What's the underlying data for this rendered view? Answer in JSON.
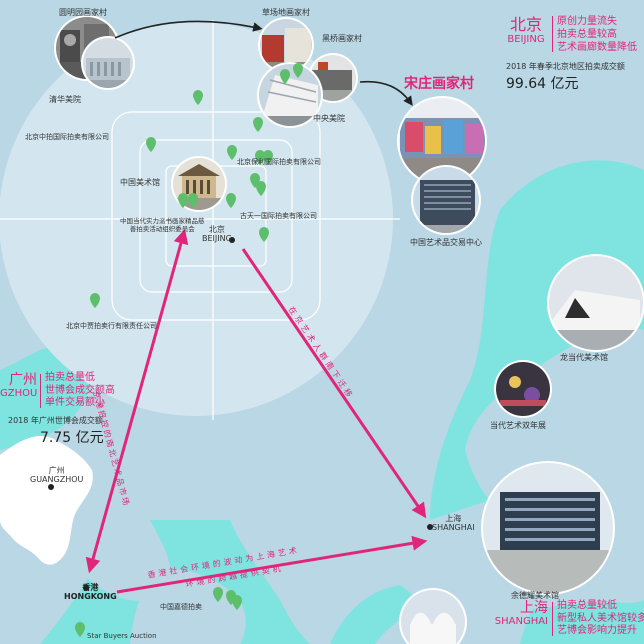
{
  "colors": {
    "water": "#7fe3e0",
    "land": "#b9d7e4",
    "circle": "#d3e6ef",
    "accent": "#e0267a",
    "arrow": "#e0267a",
    "pin": "#5dbf6b"
  },
  "beijing_circle": {
    "places": {
      "yuanmingyuan": "圆明园画家村",
      "caochangdi": "草场地画家村",
      "heiqiao": "黑桥画家村",
      "qinghua": "清华美院",
      "zhongyang": "中央美院",
      "zhonggui_bj": "北京中拍国际拍卖有限公司",
      "baoli": "北京保利国际拍卖有限公司",
      "meishuguan": "中国美术馆",
      "cishan": "中国当代实力派书画家精品慈\n善拍卖活动组织委员会",
      "gutian": "古天一国际拍卖有限公司",
      "zhongjia": "北京中贾拍卖行有限责任公司"
    },
    "city_cn": "北京",
    "city_en": "BEIJING"
  },
  "beijing_info": {
    "city_cn": "北京",
    "city_en": "BEIJING",
    "traits": [
      "原创力量流失",
      "拍卖总量较高",
      "艺术画廊数量降低"
    ],
    "stat_label": "2018 年春季北京地区拍卖成交额",
    "stat_value": "99.64 亿元"
  },
  "songzhuang": {
    "title": "宋庄画家村",
    "exchange": "中国艺术品交易中心"
  },
  "guangzhou": {
    "city_cn": "广州",
    "city_en": "GZHOU",
    "traits": [
      "拍卖总量低",
      "世博会成交额高",
      "单件交易额小"
    ],
    "stat_label": "2018 年广州世博会成交额",
    "stat_value": "7.75 亿元",
    "map_cn": "广州",
    "map_en": "GUANGZHOU"
  },
  "hongkong": {
    "city_cn": "香港",
    "city_en": "HONGKONG",
    "places": [
      "中国嘉德拍卖",
      "Star Buyers Auction"
    ]
  },
  "shanghai": {
    "city_cn": "上海",
    "city_en": "SHANGHAI",
    "places": [
      "龙当代美术馆",
      "当代艺术双年展",
      "余德耀美术馆"
    ],
    "info_cn": "上海",
    "info_en": "SHANGHAI",
    "traits": [
      "拍卖总量较低",
      "新型私人美术馆较多",
      "艺博会影响力提升"
    ]
  },
  "arrows": {
    "hk_bj": "京港把控的南北艺术品市场",
    "bj_sh": "在京艺术人群南下迁移",
    "hk_sh_line1": "香港社会环境的波动为上海艺术",
    "hk_sh_line2": "环境的跨越提供契机"
  }
}
